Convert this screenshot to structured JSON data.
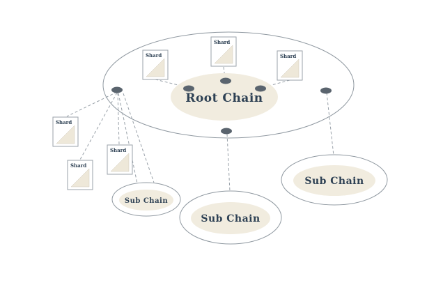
{
  "diagram": {
    "type": "blockchain-architecture",
    "root_chain": {
      "label": "Root Chain"
    },
    "sub_chains": [
      {
        "label": "Sub Chain"
      },
      {
        "label": "Sub Chain"
      },
      {
        "label": "Sub Chain"
      }
    ],
    "shards": [
      {
        "label": "Shard"
      },
      {
        "label": "Shard"
      },
      {
        "label": "Shard"
      },
      {
        "label": "Shard"
      },
      {
        "label": "Shard"
      },
      {
        "label": "Shard"
      }
    ],
    "colors": {
      "outline": "#9099a1",
      "dashed_line": "#98a0a8",
      "node_fill": "#5a646e",
      "cream_fill": "#f1ecdf",
      "label_text": "#2e4154"
    }
  }
}
